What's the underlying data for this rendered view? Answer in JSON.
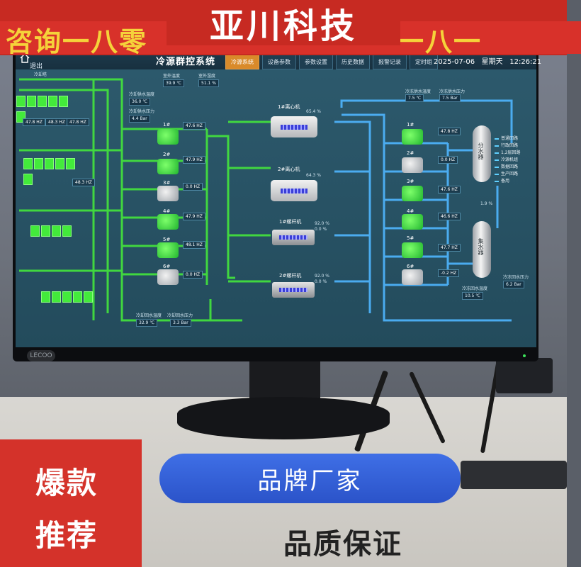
{
  "banner": {
    "brand": "亚川科技",
    "left_scroll": "咨询一八零",
    "right_scroll": "一八一"
  },
  "header": {
    "exit_label": "退出",
    "system_title": "冷源群控系统",
    "tabs": [
      {
        "label": "冷源系统",
        "active": true
      },
      {
        "label": "设备参数",
        "active": false
      },
      {
        "label": "参数设置",
        "active": false
      },
      {
        "label": "历史数据",
        "active": false
      },
      {
        "label": "报警记录",
        "active": false
      },
      {
        "label": "定时组",
        "active": false
      }
    ],
    "date": "2025-07-06",
    "weekday": "星期天",
    "time": "12:26:21"
  },
  "colors": {
    "running": "#43ea3b",
    "stopped": "#9aa0a6",
    "chilled_pipe": "#4fb6ff",
    "cooling_pipe": "#44e63c",
    "accent_tab": "#d98a2a"
  },
  "cooling_tower": {
    "label": "冷却塔",
    "towers": [
      {
        "hz_a": "47.8 HZ",
        "hz_b": "48.3 HZ",
        "hz_c": "47.8 HZ"
      },
      {
        "hz_a": "",
        "hz_b": "",
        "hz_c": "48.3 HZ"
      },
      {
        "hz_a": "",
        "hz_b": "",
        "hz_c": ""
      },
      {
        "hz_a": "",
        "hz_b": "",
        "hz_c": ""
      }
    ]
  },
  "top_readings": {
    "outdoor_temp_label": "室外温度",
    "outdoor_temp": "39.9 ℃",
    "outdoor_humidity_label": "室外湿度",
    "outdoor_humidity": "51.1 %",
    "cooling_supply_temp_label": "冷却供水温度",
    "cooling_supply_temp": "36.0 ℃",
    "cooling_supply_press_label": "冷却供水压力",
    "cooling_supply_press": "4.4 Bar",
    "chilled_supply_temp_label": "冷冻供水温度",
    "chilled_supply_temp": "7.5 ℃",
    "chilled_supply_press_label": "冷冻供水压力",
    "chilled_supply_press": "7.5 Bar"
  },
  "bottom_readings": {
    "cooling_return_temp_label": "冷却回水温度",
    "cooling_return_temp": "32.9 ℃",
    "cooling_return_press_label": "冷却回水压力",
    "cooling_return_press": "3.3 Bar",
    "chilled_return_temp_label": "冷冻回水温度",
    "chilled_return_temp": "10.5 ℃",
    "chilled_return_press_label": "冷冻回水压力",
    "chilled_return_press": "6.2 Bar"
  },
  "cooling_pumps": [
    {
      "label": "1#",
      "hz": "47.6 HZ",
      "on": true
    },
    {
      "label": "2#",
      "hz": "47.9 HZ",
      "on": true
    },
    {
      "label": "3#",
      "hz": "0.0 HZ",
      "on": false
    },
    {
      "label": "4#",
      "hz": "47.9 HZ",
      "on": true
    },
    {
      "label": "5#",
      "hz": "48.1 HZ",
      "on": true
    },
    {
      "label": "6#",
      "hz": "0.0 HZ",
      "on": false
    }
  ],
  "chillers": [
    {
      "label": "1#离心机",
      "load": "65.4 %"
    },
    {
      "label": "2#离心机",
      "load": "64.3 %"
    },
    {
      "label": "1#螺杆机",
      "load": "92.0 %",
      "load2": "0.0 %"
    },
    {
      "label": "2#螺杆机",
      "load": "92.0 %",
      "load2": "0.0 %"
    }
  ],
  "chilled_pumps": [
    {
      "label": "1#",
      "hz": "47.8 HZ",
      "on": true
    },
    {
      "label": "2#",
      "hz": "0.0 HZ",
      "on": false
    },
    {
      "label": "3#",
      "hz": "47.6 HZ",
      "on": true
    },
    {
      "label": "4#",
      "hz": "46.6 HZ",
      "on": true
    },
    {
      "label": "5#",
      "hz": "47.7 HZ",
      "on": true
    },
    {
      "label": "6#",
      "hz": "-0.2 HZ",
      "on": false
    }
  ],
  "vessels": {
    "supply": "分水器",
    "return": "集水器",
    "bypass": "1.9 %"
  },
  "legend": [
    "普通回路",
    "行政回路",
    "1,2层回路",
    "冷源机组",
    "数据回路",
    "生产回路",
    "备用"
  ],
  "overlays": {
    "hot_line1": "爆款",
    "hot_line2": "推荐",
    "brand_factory": "品牌厂家",
    "quality": "品质保证"
  },
  "monitor_logo": "LECOO"
}
